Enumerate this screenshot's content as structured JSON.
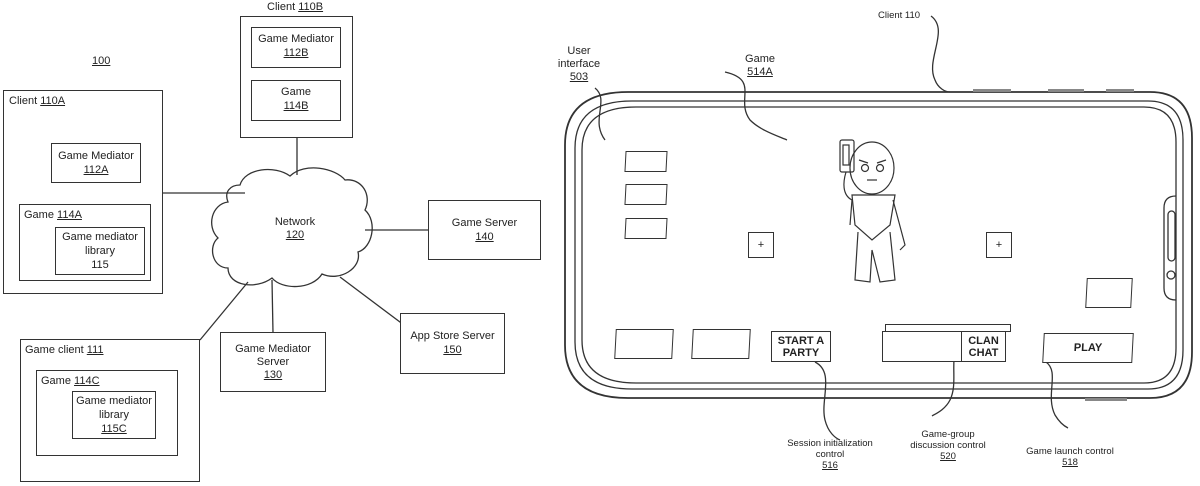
{
  "figure_ref": "100",
  "left_diagram": {
    "client_110a": {
      "title": "Client",
      "ref": "110A",
      "mediator": {
        "title": "Game Mediator",
        "ref": "112A"
      },
      "game": {
        "title": "Game",
        "ref": "114A",
        "library": {
          "line1": "Game mediator",
          "line2": "library",
          "ref": "115"
        }
      }
    },
    "client_110b": {
      "title": "Client",
      "ref": "110B",
      "mediator": {
        "title": "Game Mediator",
        "ref": "112B"
      },
      "game": {
        "title": "Game",
        "ref": "114B"
      }
    },
    "network": {
      "title": "Network",
      "ref": "120"
    },
    "game_server": {
      "title": "Game Server",
      "ref": "140"
    },
    "app_store_server": {
      "title": "App Store Server",
      "ref": "150"
    },
    "mediator_server": {
      "line1": "Game Mediator",
      "line2": "Server",
      "ref": "130"
    },
    "game_client_111": {
      "title": "Game client",
      "ref": "111",
      "game": {
        "title": "Game",
        "ref": "114C",
        "library": {
          "line1": "Game mediator",
          "line2": "library",
          "ref": "115C"
        }
      }
    }
  },
  "right_diagram": {
    "client_label": "Client 110",
    "user_interface": {
      "line1": "User",
      "line2": "interface",
      "ref": "503"
    },
    "game": {
      "title": "Game",
      "ref": "514A"
    },
    "plus_icon": "+",
    "controls": {
      "start_party": {
        "line1": "START A",
        "line2": "PARTY"
      },
      "clan_chat": {
        "line1": "CLAN",
        "line2": "CHAT"
      },
      "play": "PLAY"
    },
    "callouts": {
      "session": {
        "line1": "Session initialization",
        "line2": "control",
        "ref": "516"
      },
      "group_discussion": {
        "line1": "Game-group",
        "line2": "discussion control",
        "ref": "520"
      },
      "launch": {
        "line1": "Game launch control",
        "ref": "518"
      }
    }
  }
}
